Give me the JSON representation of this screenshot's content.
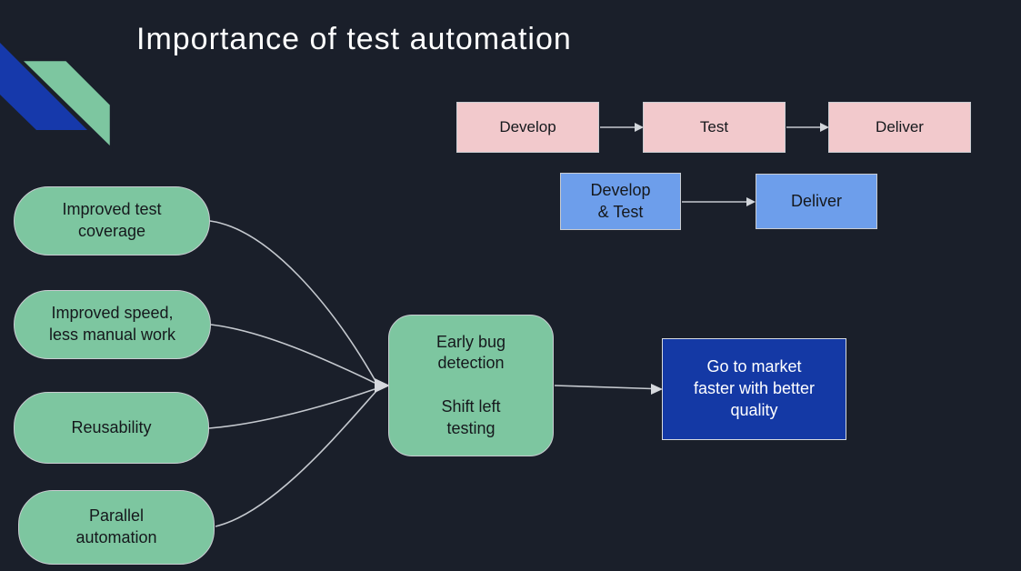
{
  "title": "Importance of test automation",
  "colors": {
    "background": "#1a1f2a",
    "green": "#7dc6a0",
    "pink": "#f2c9cc",
    "cornflower": "#6d9eeb",
    "royal_blue": "#1439a5",
    "logo_blue": "#1639ab",
    "connector": "#c5c9cf",
    "dark_text": "#15181c",
    "light_text": "#ffffff"
  },
  "manual_flow": {
    "steps": [
      {
        "lines": [
          "Develop"
        ]
      },
      {
        "lines": [
          "Test"
        ]
      },
      {
        "lines": [
          "Deliver"
        ]
      }
    ]
  },
  "automated_flow": {
    "steps": [
      {
        "lines": [
          "Develop",
          "& Test"
        ]
      },
      {
        "lines": [
          "Deliver"
        ]
      }
    ]
  },
  "benefits": [
    {
      "lines": [
        "Improved test",
        "coverage"
      ]
    },
    {
      "lines": [
        "Improved speed,",
        "less manual work"
      ]
    },
    {
      "lines": [
        "Reusability"
      ]
    },
    {
      "lines": [
        "Parallel",
        "automation"
      ]
    }
  ],
  "center_node": {
    "para1": [
      "Early bug",
      "detection"
    ],
    "para2": [
      "Shift left",
      "testing"
    ]
  },
  "outcome": {
    "lines": [
      "Go to market",
      "faster with better",
      "quality"
    ]
  }
}
